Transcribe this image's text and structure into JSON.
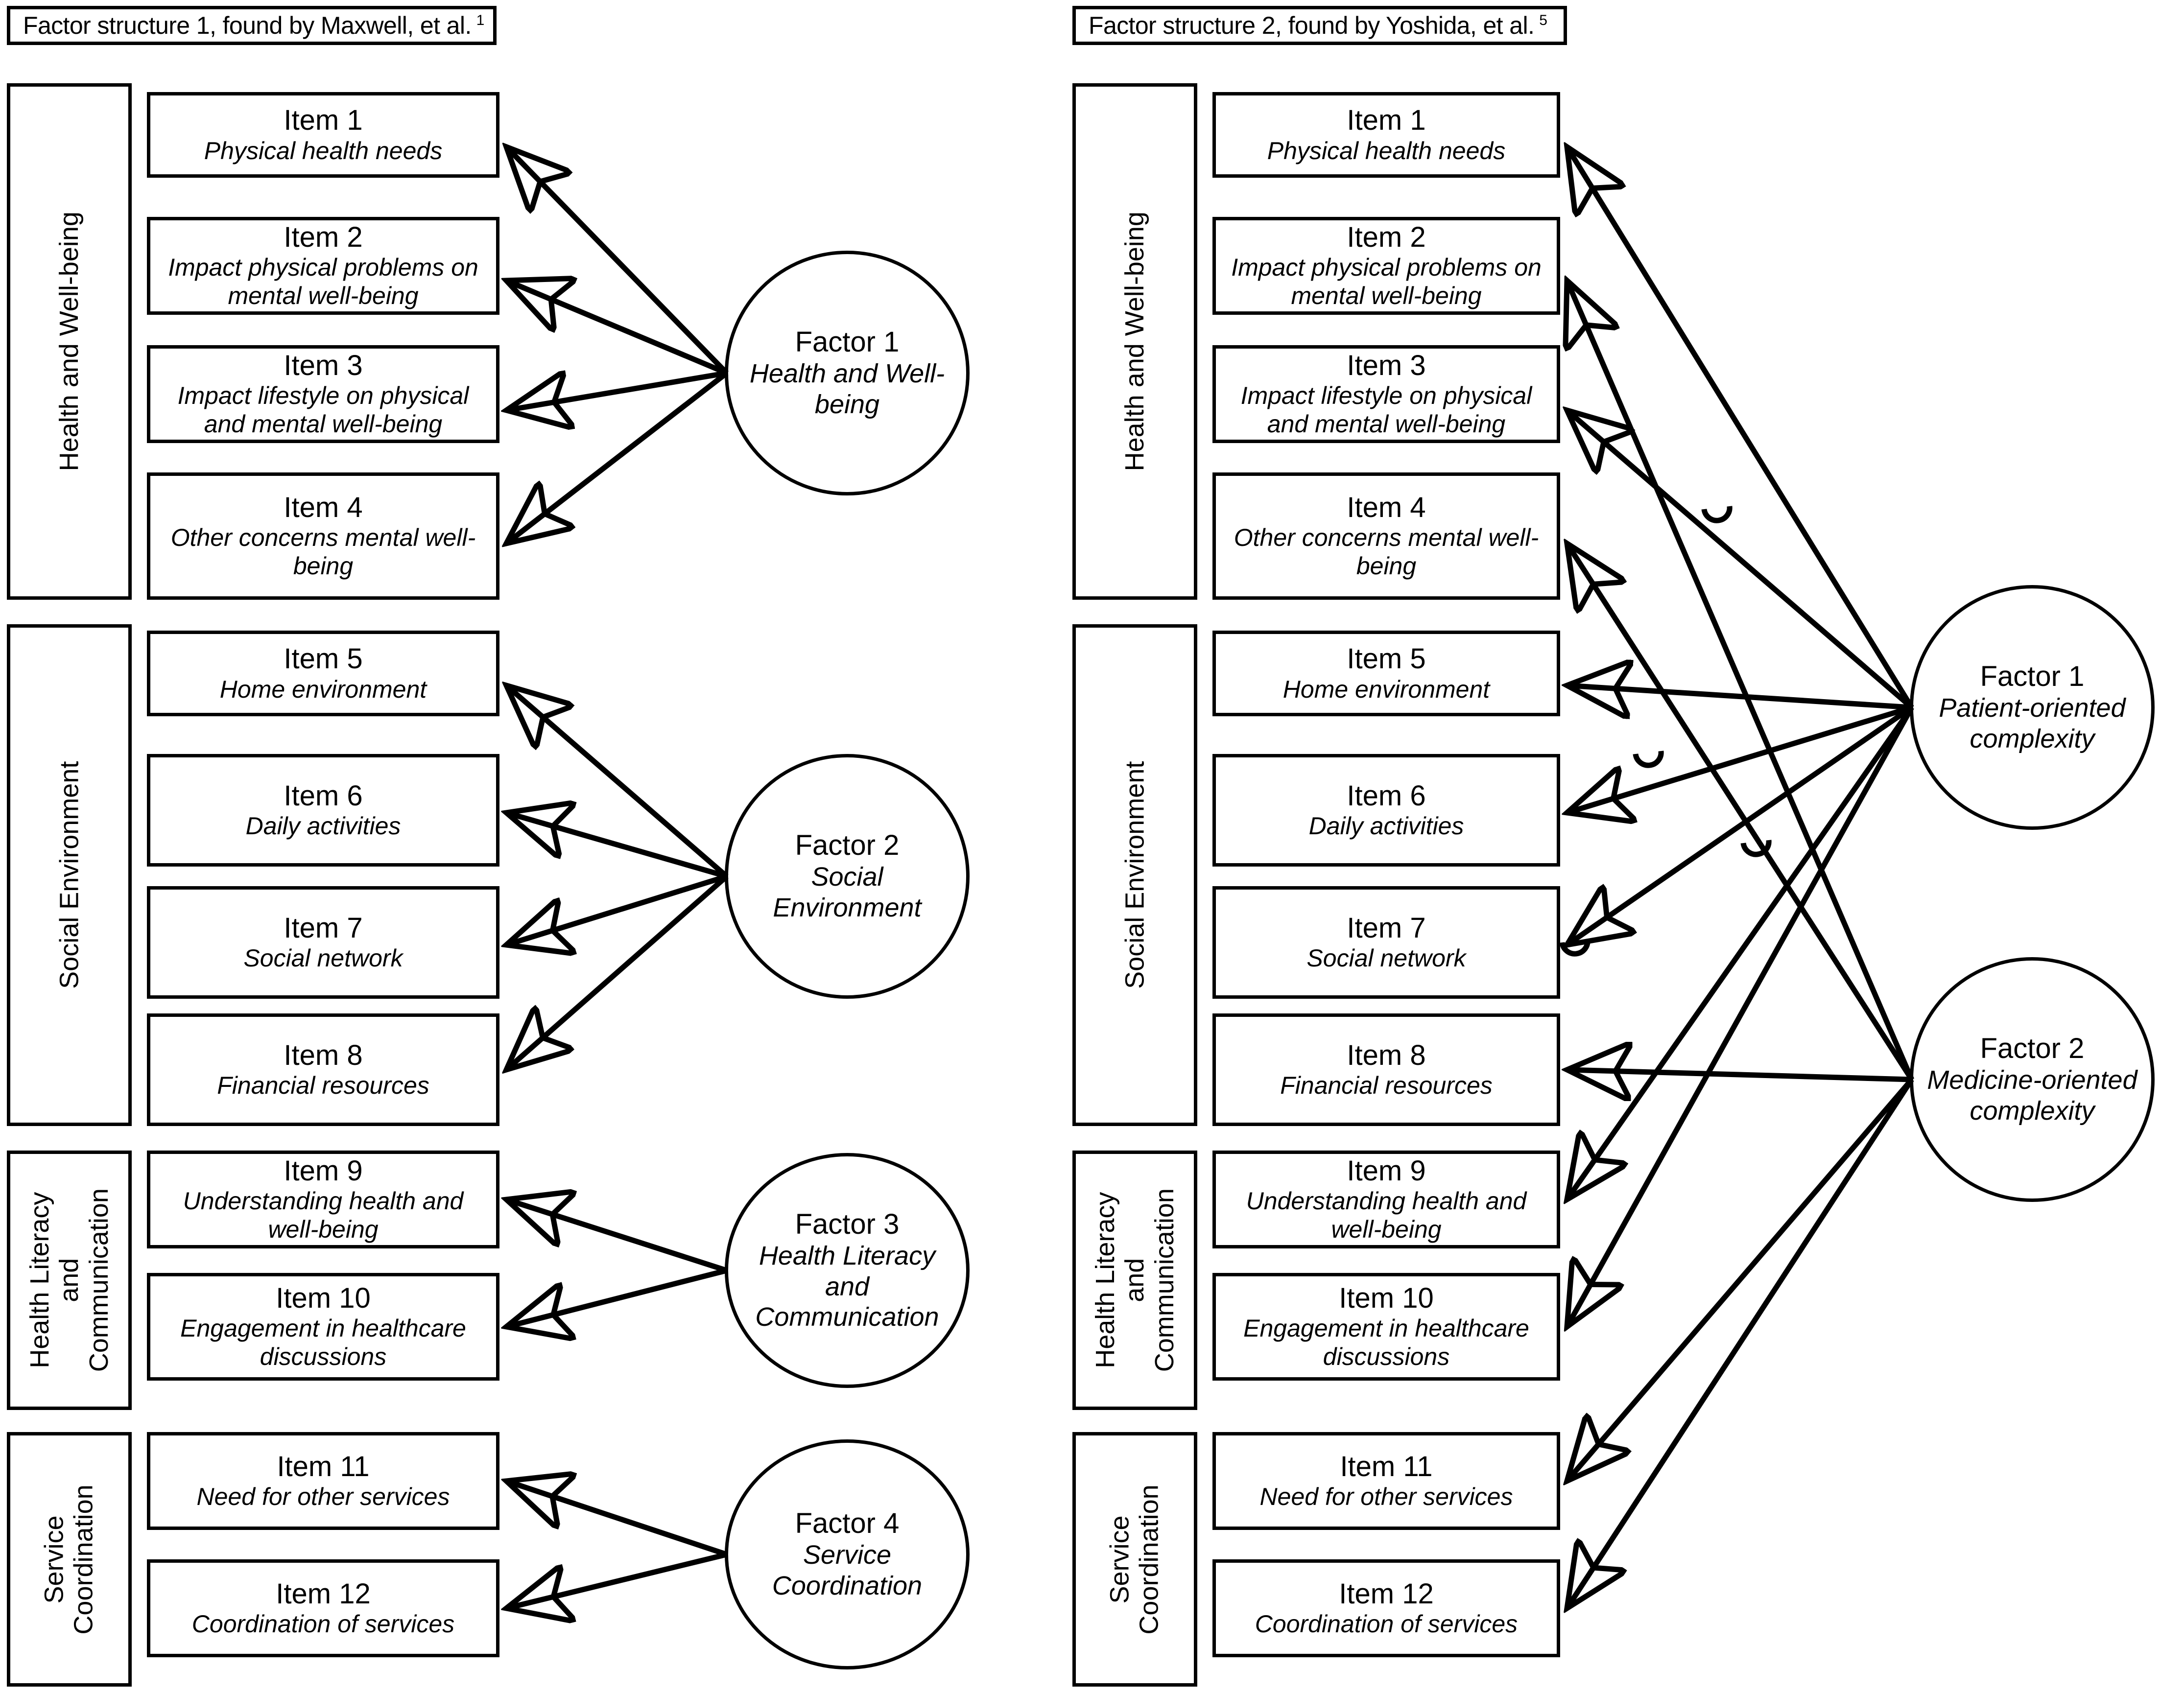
{
  "figure": {
    "type": "diagram",
    "description": "Side-by-side comparison of two confirmatory factor structures for a 12-item instrument"
  },
  "panels": [
    {
      "id": "structure-1",
      "title": "Factor structure 1, found by Maxwell, et al.",
      "title_superscript": "1",
      "categories": [
        {
          "label": "Health and Well-being",
          "items": [
            0,
            1,
            2,
            3
          ]
        },
        {
          "label": "Social Environment",
          "items": [
            4,
            5,
            6,
            7
          ]
        },
        {
          "label": "Health Literacy and Communication",
          "items": [
            8,
            9
          ]
        },
        {
          "label": "Service Coordination",
          "items": [
            10,
            11
          ]
        }
      ],
      "items": [
        {
          "title": "Item 1",
          "desc": "Physical health needs"
        },
        {
          "title": "Item 2",
          "desc": "Impact physical problems on mental well-being"
        },
        {
          "title": "Item 3",
          "desc": "Impact lifestyle on physical and mental well-being"
        },
        {
          "title": "Item 4",
          "desc": "Other concerns mental well-being"
        },
        {
          "title": "Item 5",
          "desc": "Home environment"
        },
        {
          "title": "Item 6",
          "desc": "Daily activities"
        },
        {
          "title": "Item 7",
          "desc": "Social network"
        },
        {
          "title": "Item 8",
          "desc": "Financial resources"
        },
        {
          "title": "Item 9",
          "desc": "Understanding health and well-being"
        },
        {
          "title": "Item 10",
          "desc": "Engagement in healthcare discussions"
        },
        {
          "title": "Item 11",
          "desc": "Need for other services"
        },
        {
          "title": "Item 12",
          "desc": "Coordination of services"
        }
      ],
      "factors": [
        {
          "title": "Factor 1",
          "sub": "Health and Well-being",
          "loads_on": [
            0,
            1,
            2,
            3
          ]
        },
        {
          "title": "Factor 2",
          "sub": "Social Environment",
          "loads_on": [
            4,
            5,
            6,
            7
          ]
        },
        {
          "title": "Factor 3",
          "sub": "Health Literacy and Communication",
          "loads_on": [
            8,
            9
          ]
        },
        {
          "title": "Factor 4",
          "sub": "Service Coordination",
          "loads_on": [
            10,
            11
          ]
        }
      ]
    },
    {
      "id": "structure-2",
      "title": "Factor structure 2, found by Yoshida, et al.",
      "title_superscript": "5",
      "categories": [
        {
          "label": "Health and Well-being",
          "items": [
            0,
            1,
            2,
            3
          ]
        },
        {
          "label": "Social Environment",
          "items": [
            4,
            5,
            6,
            7
          ]
        },
        {
          "label": "Health Literacy and Communication",
          "items": [
            8,
            9
          ]
        },
        {
          "label": "Service Coordination",
          "items": [
            10,
            11
          ]
        }
      ],
      "items": [
        {
          "title": "Item 1",
          "desc": "Physical health needs"
        },
        {
          "title": "Item 2",
          "desc": "Impact physical problems on mental well-being"
        },
        {
          "title": "Item 3",
          "desc": "Impact lifestyle on physical and mental well-being"
        },
        {
          "title": "Item 4",
          "desc": "Other concerns mental well-being"
        },
        {
          "title": "Item 5",
          "desc": "Home environment"
        },
        {
          "title": "Item 6",
          "desc": "Daily activities"
        },
        {
          "title": "Item 7",
          "desc": "Social network"
        },
        {
          "title": "Item 8",
          "desc": "Financial resources"
        },
        {
          "title": "Item 9",
          "desc": "Understanding health and well-being"
        },
        {
          "title": "Item 10",
          "desc": "Engagement in healthcare discussions"
        },
        {
          "title": "Item 11",
          "desc": "Need for other services"
        },
        {
          "title": "Item 12",
          "desc": "Coordination of services"
        }
      ],
      "factors": [
        {
          "title": "Factor 1",
          "sub": "Patient-oriented complexity",
          "loads_on": [
            0,
            2,
            4,
            5,
            6,
            8,
            9
          ]
        },
        {
          "title": "Factor 2",
          "sub": "Medicine-oriented complexity",
          "loads_on": [
            1,
            3,
            7,
            10,
            11
          ]
        }
      ]
    }
  ],
  "style": {
    "line_color": "#000000",
    "box_fill": "#ffffff",
    "background": "#ffffff"
  }
}
